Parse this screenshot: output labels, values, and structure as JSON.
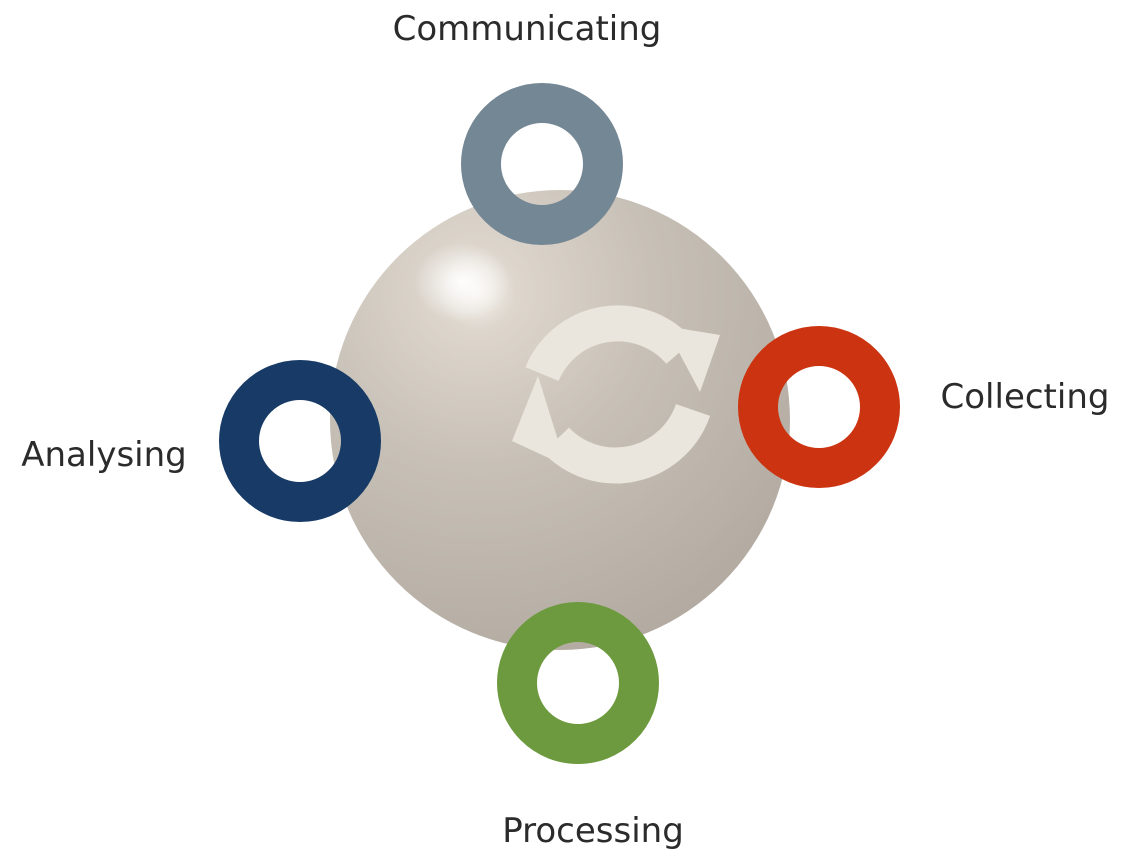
{
  "diagram": {
    "type": "cycle",
    "stages": [
      {
        "id": "communicating",
        "label": "Communicating",
        "color": "#748795"
      },
      {
        "id": "collecting",
        "label": "Collecting",
        "color": "#cc3411"
      },
      {
        "id": "processing",
        "label": "Processing",
        "color": "#6d9a3e"
      },
      {
        "id": "analysing",
        "label": "Analysing",
        "color": "#173a66"
      }
    ],
    "center": {
      "icon": "refresh-cycle-icon",
      "sphere_color": "#c3bbb1",
      "icon_color": "#ebe6dd"
    }
  }
}
